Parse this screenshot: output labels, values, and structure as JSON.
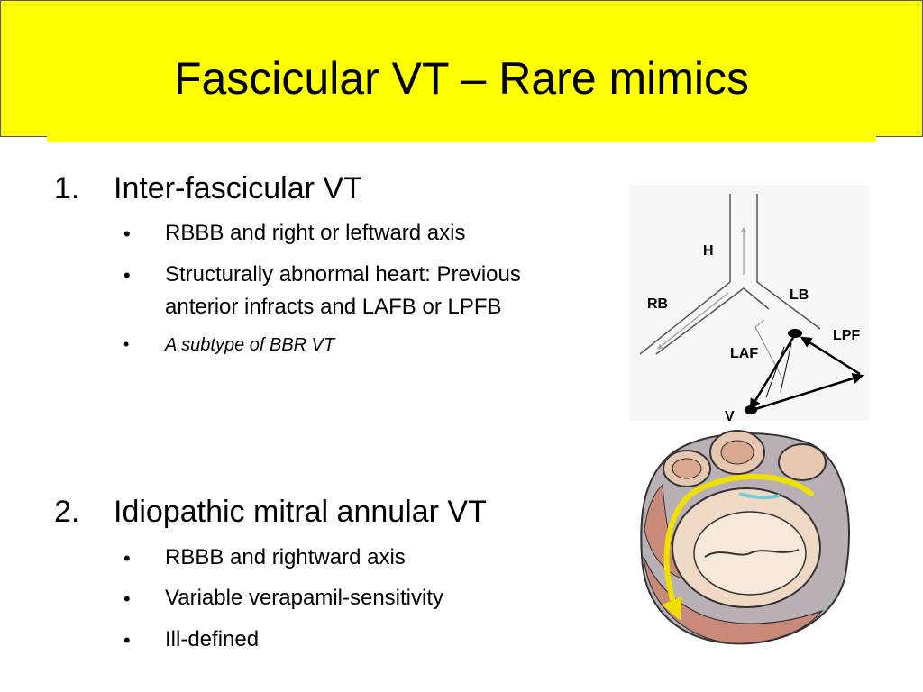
{
  "slide": {
    "title": "Fascicular VT – Rare mimics"
  },
  "sections": [
    {
      "number": "1.",
      "heading": "Inter-fascicular VT",
      "bullets": [
        {
          "marker": "•",
          "lines": [
            "RBBB and right or leftward axis"
          ]
        },
        {
          "marker": "•",
          "lines": [
            "Structurally abnormal heart: Previous",
            "anterior infracts and LAFB or LPFB"
          ]
        },
        {
          "marker": "•",
          "lines": [
            "A subtype of BBR VT"
          ]
        }
      ]
    },
    {
      "number": "2.",
      "heading": "Idiopathic mitral annular VT",
      "bullets": [
        {
          "marker": "•",
          "lines": [
            "RBBB and rightward axis"
          ]
        },
        {
          "marker": "•",
          "lines": [
            "Variable verapamil-sensitivity"
          ]
        },
        {
          "marker": "•",
          "lines": [
            "Ill-defined"
          ]
        }
      ]
    }
  ],
  "conduction_diagram": {
    "labels": {
      "his": "H",
      "right_bundle": "RB",
      "left_bundle": "LB",
      "left_anterior_fascicle": "LAF",
      "left_posterior_fascicle": "LPF",
      "ventricle": "V"
    }
  },
  "heart_image": {
    "icon": "heart-mitral-annulus-illustration"
  },
  "colors": {
    "title_band": "#ffff00",
    "text": "#000000",
    "arrow_yellow": "#f0e000"
  }
}
